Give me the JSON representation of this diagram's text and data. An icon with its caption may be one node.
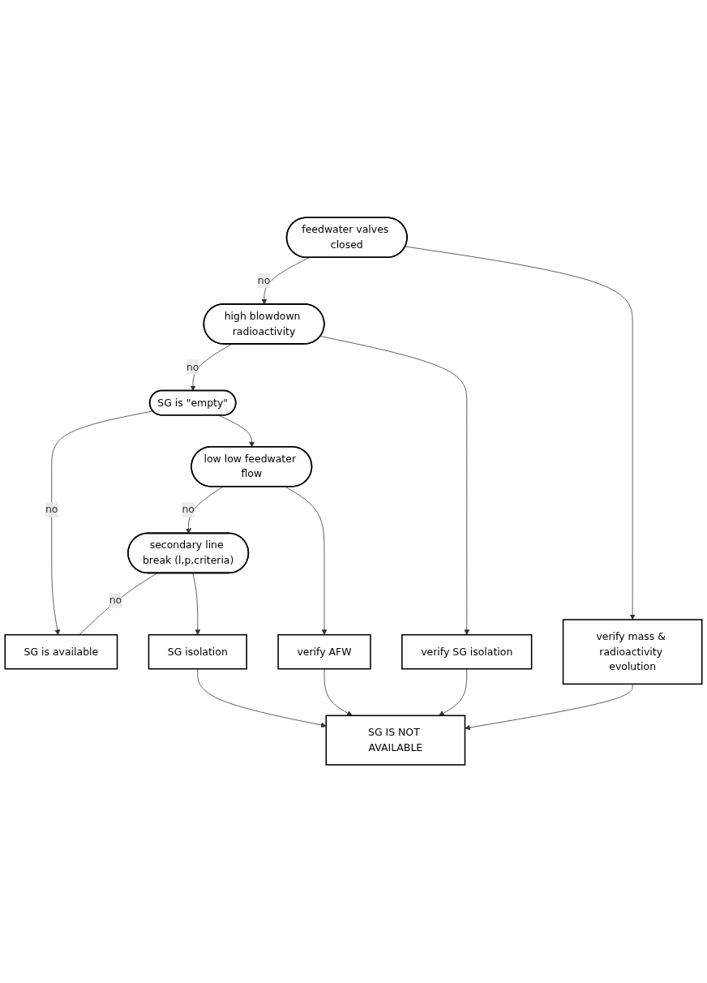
{
  "diagram": {
    "nodes": [
      {
        "text": [
          "feedwater valves closed"
        ]
      },
      {
        "text": [
          "high blowdown radioactivity"
        ]
      },
      {
        "text": [
          "verify mass & radioactivity evolution"
        ]
      },
      {
        "text": [
          "SG is \"empty\""
        ]
      },
      {
        "text": [
          "verify SG isolation"
        ]
      },
      {
        "text": [
          "SG is available"
        ]
      },
      {
        "text": [
          "low low feedwater flow"
        ]
      },
      {
        "text": [
          "verify AFW"
        ]
      },
      {
        "text": [
          "secondary line break (l,p,criteria)"
        ]
      },
      {
        "text": [
          "SG isolation"
        ]
      },
      {
        "text": [
          "SG IS NOT AVAILABLE"
        ]
      }
    ],
    "edges": [
      {
        "from": 0,
        "to": 1,
        "arrow": "to",
        "label": "no"
      },
      {
        "from": 0,
        "to": 2,
        "arrow": "to"
      },
      {
        "from": 2,
        "to": 10,
        "arrow": "to"
      },
      {
        "from": 1,
        "to": 3,
        "arrow": "to",
        "label": "no"
      },
      {
        "from": 1,
        "to": 4,
        "arrow": "to"
      },
      {
        "from": 4,
        "to": 10,
        "arrow": "to"
      },
      {
        "from": 3,
        "to": 5,
        "arrow": "to",
        "label": "no"
      },
      {
        "from": 3,
        "to": 6,
        "arrow": "to"
      },
      {
        "from": 6,
        "to": 8,
        "arrow": "to",
        "label": "no"
      },
      {
        "from": 6,
        "to": 7,
        "arrow": "to"
      },
      {
        "from": 7,
        "to": 10,
        "arrow": "to"
      },
      {
        "from": 8,
        "to": 5,
        "arrow": "none",
        "label": "no"
      },
      {
        "from": 8,
        "to": 9,
        "arrow": "to"
      },
      {
        "from": 9,
        "to": 10,
        "arrow": "to"
      }
    ]
  }
}
